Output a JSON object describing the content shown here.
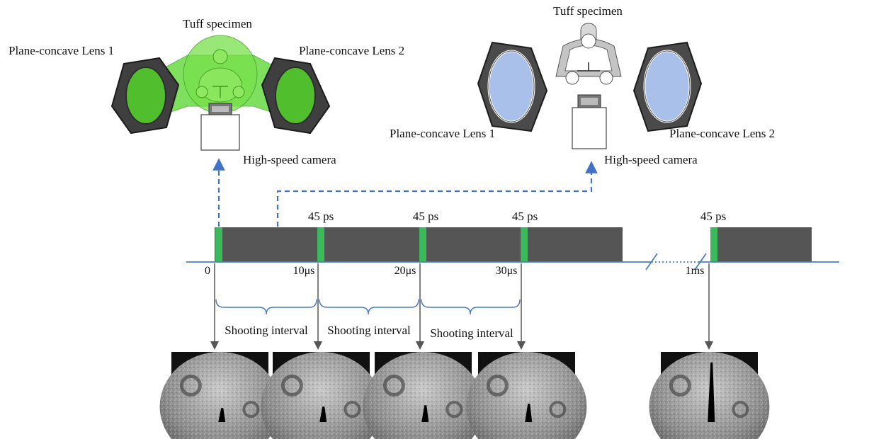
{
  "setup_left": {
    "specimen_label": "Tuff specimen",
    "lens1_label": "Plane-concave Lens 1",
    "lens2_label": "Plane-concave Lens 2",
    "camera_label": "High-speed camera",
    "beam_color": "#55d62a"
  },
  "setup_right": {
    "specimen_label": "Tuff specimen",
    "lens1_label": "Plane-concave Lens 1",
    "lens2_label": "Plane-concave Lens 2",
    "camera_label": "High-speed camera",
    "lens_glass_color": "#a9c0ea"
  },
  "timeline": {
    "pulse_width_labels": [
      "45 ps",
      "45 ps",
      "45 ps",
      "45 ps"
    ],
    "time_labels": [
      "0",
      "10μs",
      "20μs",
      "30μs",
      "1ms"
    ],
    "interval_labels": [
      "Shooting interval",
      "Shooting interval",
      "Shooting interval"
    ],
    "axis_color": "#4a7cc8",
    "block_color": "#555555",
    "pulse_color": "#3cb95c",
    "arrow_color": "#4472c4"
  },
  "frames": [
    {
      "crack_level": 0.2
    },
    {
      "crack_level": 0.22
    },
    {
      "crack_level": 0.24
    },
    {
      "crack_level": 0.26
    },
    {
      "crack_level": 0.85
    }
  ]
}
